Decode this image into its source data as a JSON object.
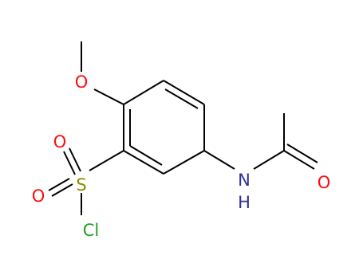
{
  "molecule": {
    "atoms": {
      "O_methoxy": {
        "label": "O",
        "color": "#ff0d0d"
      },
      "S": {
        "label": "S",
        "color": "#8b8b00"
      },
      "O_upper": {
        "label": "O",
        "color": "#ff0d0d"
      },
      "O_lower": {
        "label": "O",
        "color": "#ff0d0d"
      },
      "Cl": {
        "label": "Cl",
        "color": "#1fa01f"
      },
      "N": {
        "label": "N",
        "color": "#30309a"
      },
      "H": {
        "label": "H",
        "color": "#30309a"
      },
      "O_carbonyl": {
        "label": "O",
        "color": "#ff0d0d"
      }
    },
    "bond_color": "#000000"
  }
}
